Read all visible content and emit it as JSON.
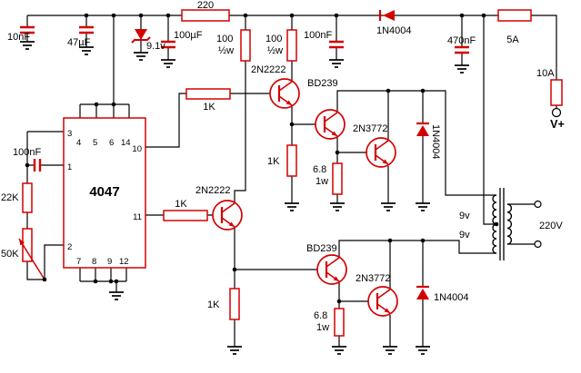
{
  "colors": {
    "component_red": "#d40000",
    "wire": "#000000",
    "background": "#ffffff"
  },
  "ic": {
    "name": "4047",
    "pin3": "3",
    "pin4": "4",
    "pin5": "5",
    "pin6": "6",
    "pin14": "14",
    "pin10": "10",
    "pin1": "1",
    "pin11": "11",
    "pin2": "2",
    "pin7": "7",
    "pin8": "8",
    "pin9": "9",
    "pin12": "12"
  },
  "labels": {
    "c10nf": "10nF",
    "c47uf": "47µF",
    "zener": "9.1v",
    "r220": "220",
    "c100uf": "100µF",
    "r100a_val": "100",
    "r100a_watt": "½w",
    "r100b_val": "100",
    "r100b_watt": "½w",
    "c100nf_top": "100nF",
    "d_rail": "1N4004",
    "c470nf": "470nF",
    "fuse5a": "5A",
    "fuse10a": "10A",
    "vplus": "V+",
    "c100nf_osc": "100nF",
    "r22k": "22K",
    "pot50k": "50K",
    "r1k_top": "1K",
    "r1k_bot": "1K",
    "r1k_e1": "1K",
    "r1k_e2": "1K",
    "q1": "2N2222",
    "q2": "2N2222",
    "q3": "BD239",
    "q4": "BD239",
    "q5": "2N3772",
    "q6": "2N3772",
    "r68a_val": "6.8",
    "r68a_watt": "1w",
    "r68b_val": "6.8",
    "r68b_watt": "1w",
    "d1": "1N4004",
    "d2": "1N4004",
    "tx_top": "9v",
    "tx_bot": "9v",
    "tx_sec": "220V"
  }
}
